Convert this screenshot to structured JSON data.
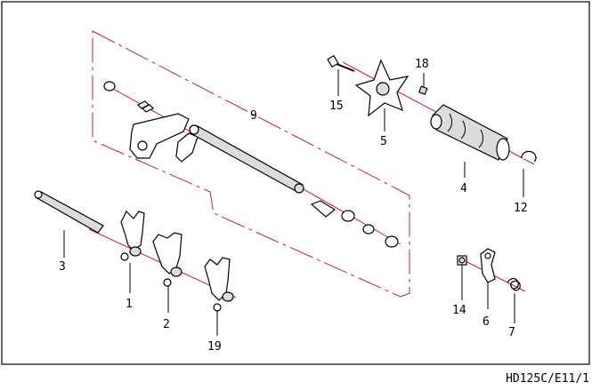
{
  "diagram": {
    "callouts": {
      "c1": "1",
      "c2": "2",
      "c3": "3",
      "c4": "4",
      "c5": "5",
      "c6": "6",
      "c7": "7",
      "c9": "9",
      "c12": "12",
      "c14": "14",
      "c15": "15",
      "c18": "18",
      "c19": "19"
    },
    "reference_code": "HD125C/E11/1",
    "colors": {
      "frame": "#000000",
      "group_outline": "#c2185b",
      "axis_line": "#d0135f",
      "part_fill": "#dcdcdc"
    }
  }
}
